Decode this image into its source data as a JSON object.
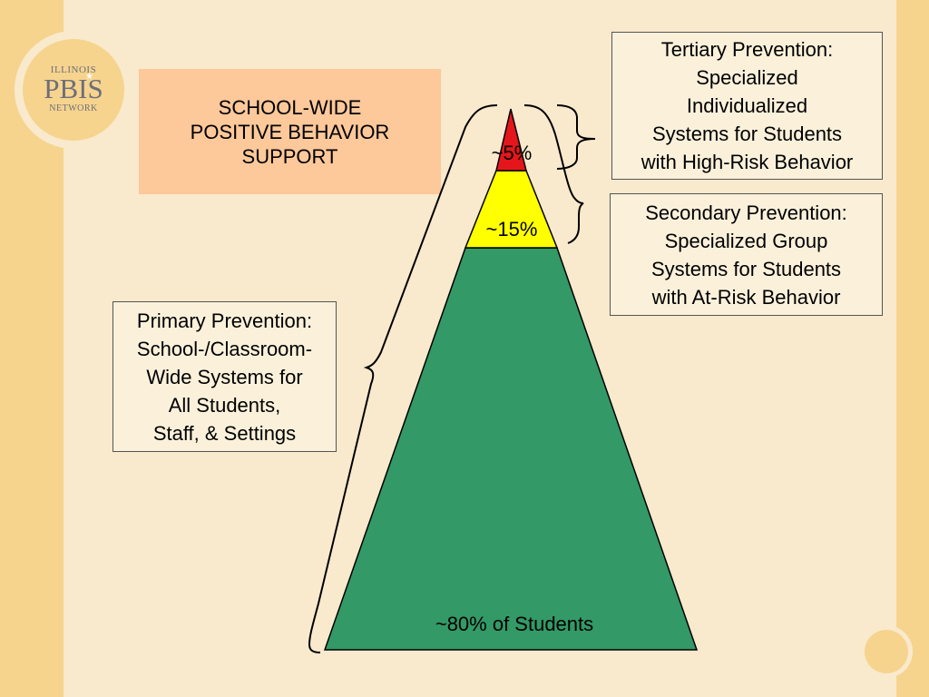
{
  "logo": {
    "top_text": "ILLINOIS",
    "mid_text": "PBIS",
    "bottom_text": "NETWORK"
  },
  "title": {
    "lines": [
      "SCHOOL-WIDE",
      "POSITIVE BEHAVIOR",
      "SUPPORT"
    ]
  },
  "tiers": {
    "tertiary": {
      "percent_label": "~5%",
      "color": "#e4161b",
      "description_lines": [
        "Tertiary Prevention:",
        "Specialized",
        "Individualized",
        "Systems for Students",
        "with High-Risk Behavior"
      ]
    },
    "secondary": {
      "percent_label": "~15%",
      "color": "#ffff00",
      "description_lines": [
        "Secondary Prevention:",
        "Specialized Group",
        "Systems for Students",
        "with At-Risk Behavior"
      ]
    },
    "primary": {
      "percent_label": "~80% of Students",
      "color": "#339966",
      "description_lines": [
        "Primary Prevention:",
        "School-/Classroom-",
        "Wide Systems for",
        "All Students,",
        "Staff, & Settings"
      ]
    }
  },
  "colors": {
    "background": "#f9e9cd",
    "band": "#f6d48e",
    "title_box": "#fdc89a"
  }
}
